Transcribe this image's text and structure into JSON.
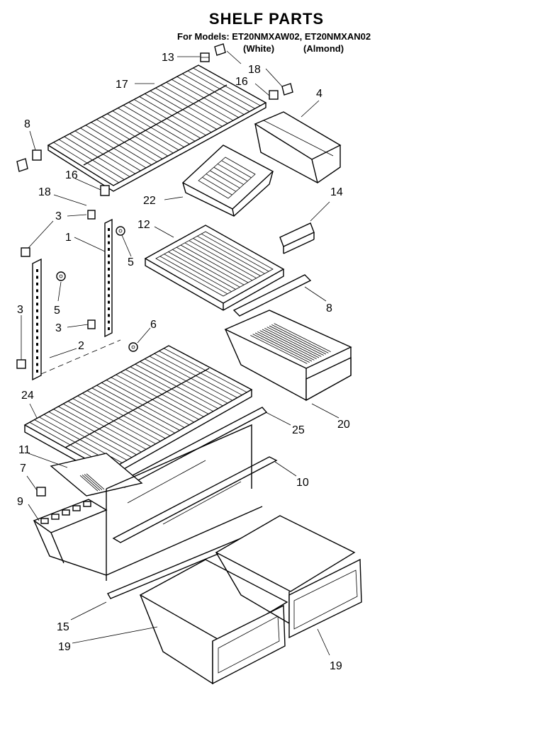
{
  "header": {
    "title": "SHELF PARTS",
    "models_line": "For Models: ET20NMXAW02, ET20NMXAN02",
    "finish_white": "(White)",
    "finish_almond": "(Almond)"
  },
  "callouts": [
    {
      "id": "c13",
      "label": "13"
    },
    {
      "id": "c17",
      "label": "17"
    },
    {
      "id": "c18a",
      "label": "18"
    },
    {
      "id": "c16a",
      "label": "16"
    },
    {
      "id": "c4",
      "label": "4"
    },
    {
      "id": "c8a",
      "label": "8"
    },
    {
      "id": "c16b",
      "label": "16"
    },
    {
      "id": "c18b",
      "label": "18"
    },
    {
      "id": "c22",
      "label": "22"
    },
    {
      "id": "c14",
      "label": "14"
    },
    {
      "id": "c3a",
      "label": "3"
    },
    {
      "id": "c12",
      "label": "12"
    },
    {
      "id": "c1",
      "label": "1"
    },
    {
      "id": "c5a",
      "label": "5"
    },
    {
      "id": "c3b",
      "label": "3"
    },
    {
      "id": "c5b",
      "label": "5"
    },
    {
      "id": "c8b",
      "label": "8"
    },
    {
      "id": "c3c",
      "label": "3"
    },
    {
      "id": "c6",
      "label": "6"
    },
    {
      "id": "c2",
      "label": "2"
    },
    {
      "id": "c20",
      "label": "20"
    },
    {
      "id": "c24",
      "label": "24"
    },
    {
      "id": "c25",
      "label": "25"
    },
    {
      "id": "c11",
      "label": "11"
    },
    {
      "id": "c10",
      "label": "10"
    },
    {
      "id": "c7",
      "label": "7"
    },
    {
      "id": "c9",
      "label": "9"
    },
    {
      "id": "c15",
      "label": "15"
    },
    {
      "id": "c19a",
      "label": "19"
    },
    {
      "id": "c19b",
      "label": "19"
    }
  ]
}
